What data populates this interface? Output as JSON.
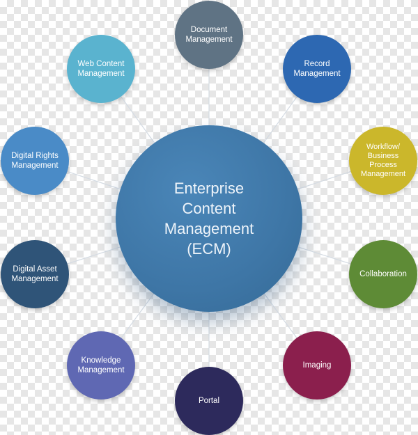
{
  "center": {
    "label": "Enterprise\nContent\nManagement\n(ECM)",
    "color": "#3e76a6"
  },
  "nodes": [
    {
      "label": "Document\nManagement",
      "color": "#5f7384"
    },
    {
      "label": "Record\nManagement",
      "color": "#2d68b2"
    },
    {
      "label": "Workflow/\nBusiness\nProcess\nManagement",
      "color": "#cbb72b"
    },
    {
      "label": "Collaboration",
      "color": "#5e8b36"
    },
    {
      "label": "Imaging",
      "color": "#8b1f4d"
    },
    {
      "label": "Portal",
      "color": "#2d2a5c"
    },
    {
      "label": "Knowledge\nManagement",
      "color": "#5f68b3"
    },
    {
      "label": "Digital Asset\nManagement",
      "color": "#2f5478"
    },
    {
      "label": "Digital Rights\nManagement",
      "color": "#4a8bc7"
    },
    {
      "label": "Web Content\nManagement",
      "color": "#5ab3cf"
    }
  ]
}
